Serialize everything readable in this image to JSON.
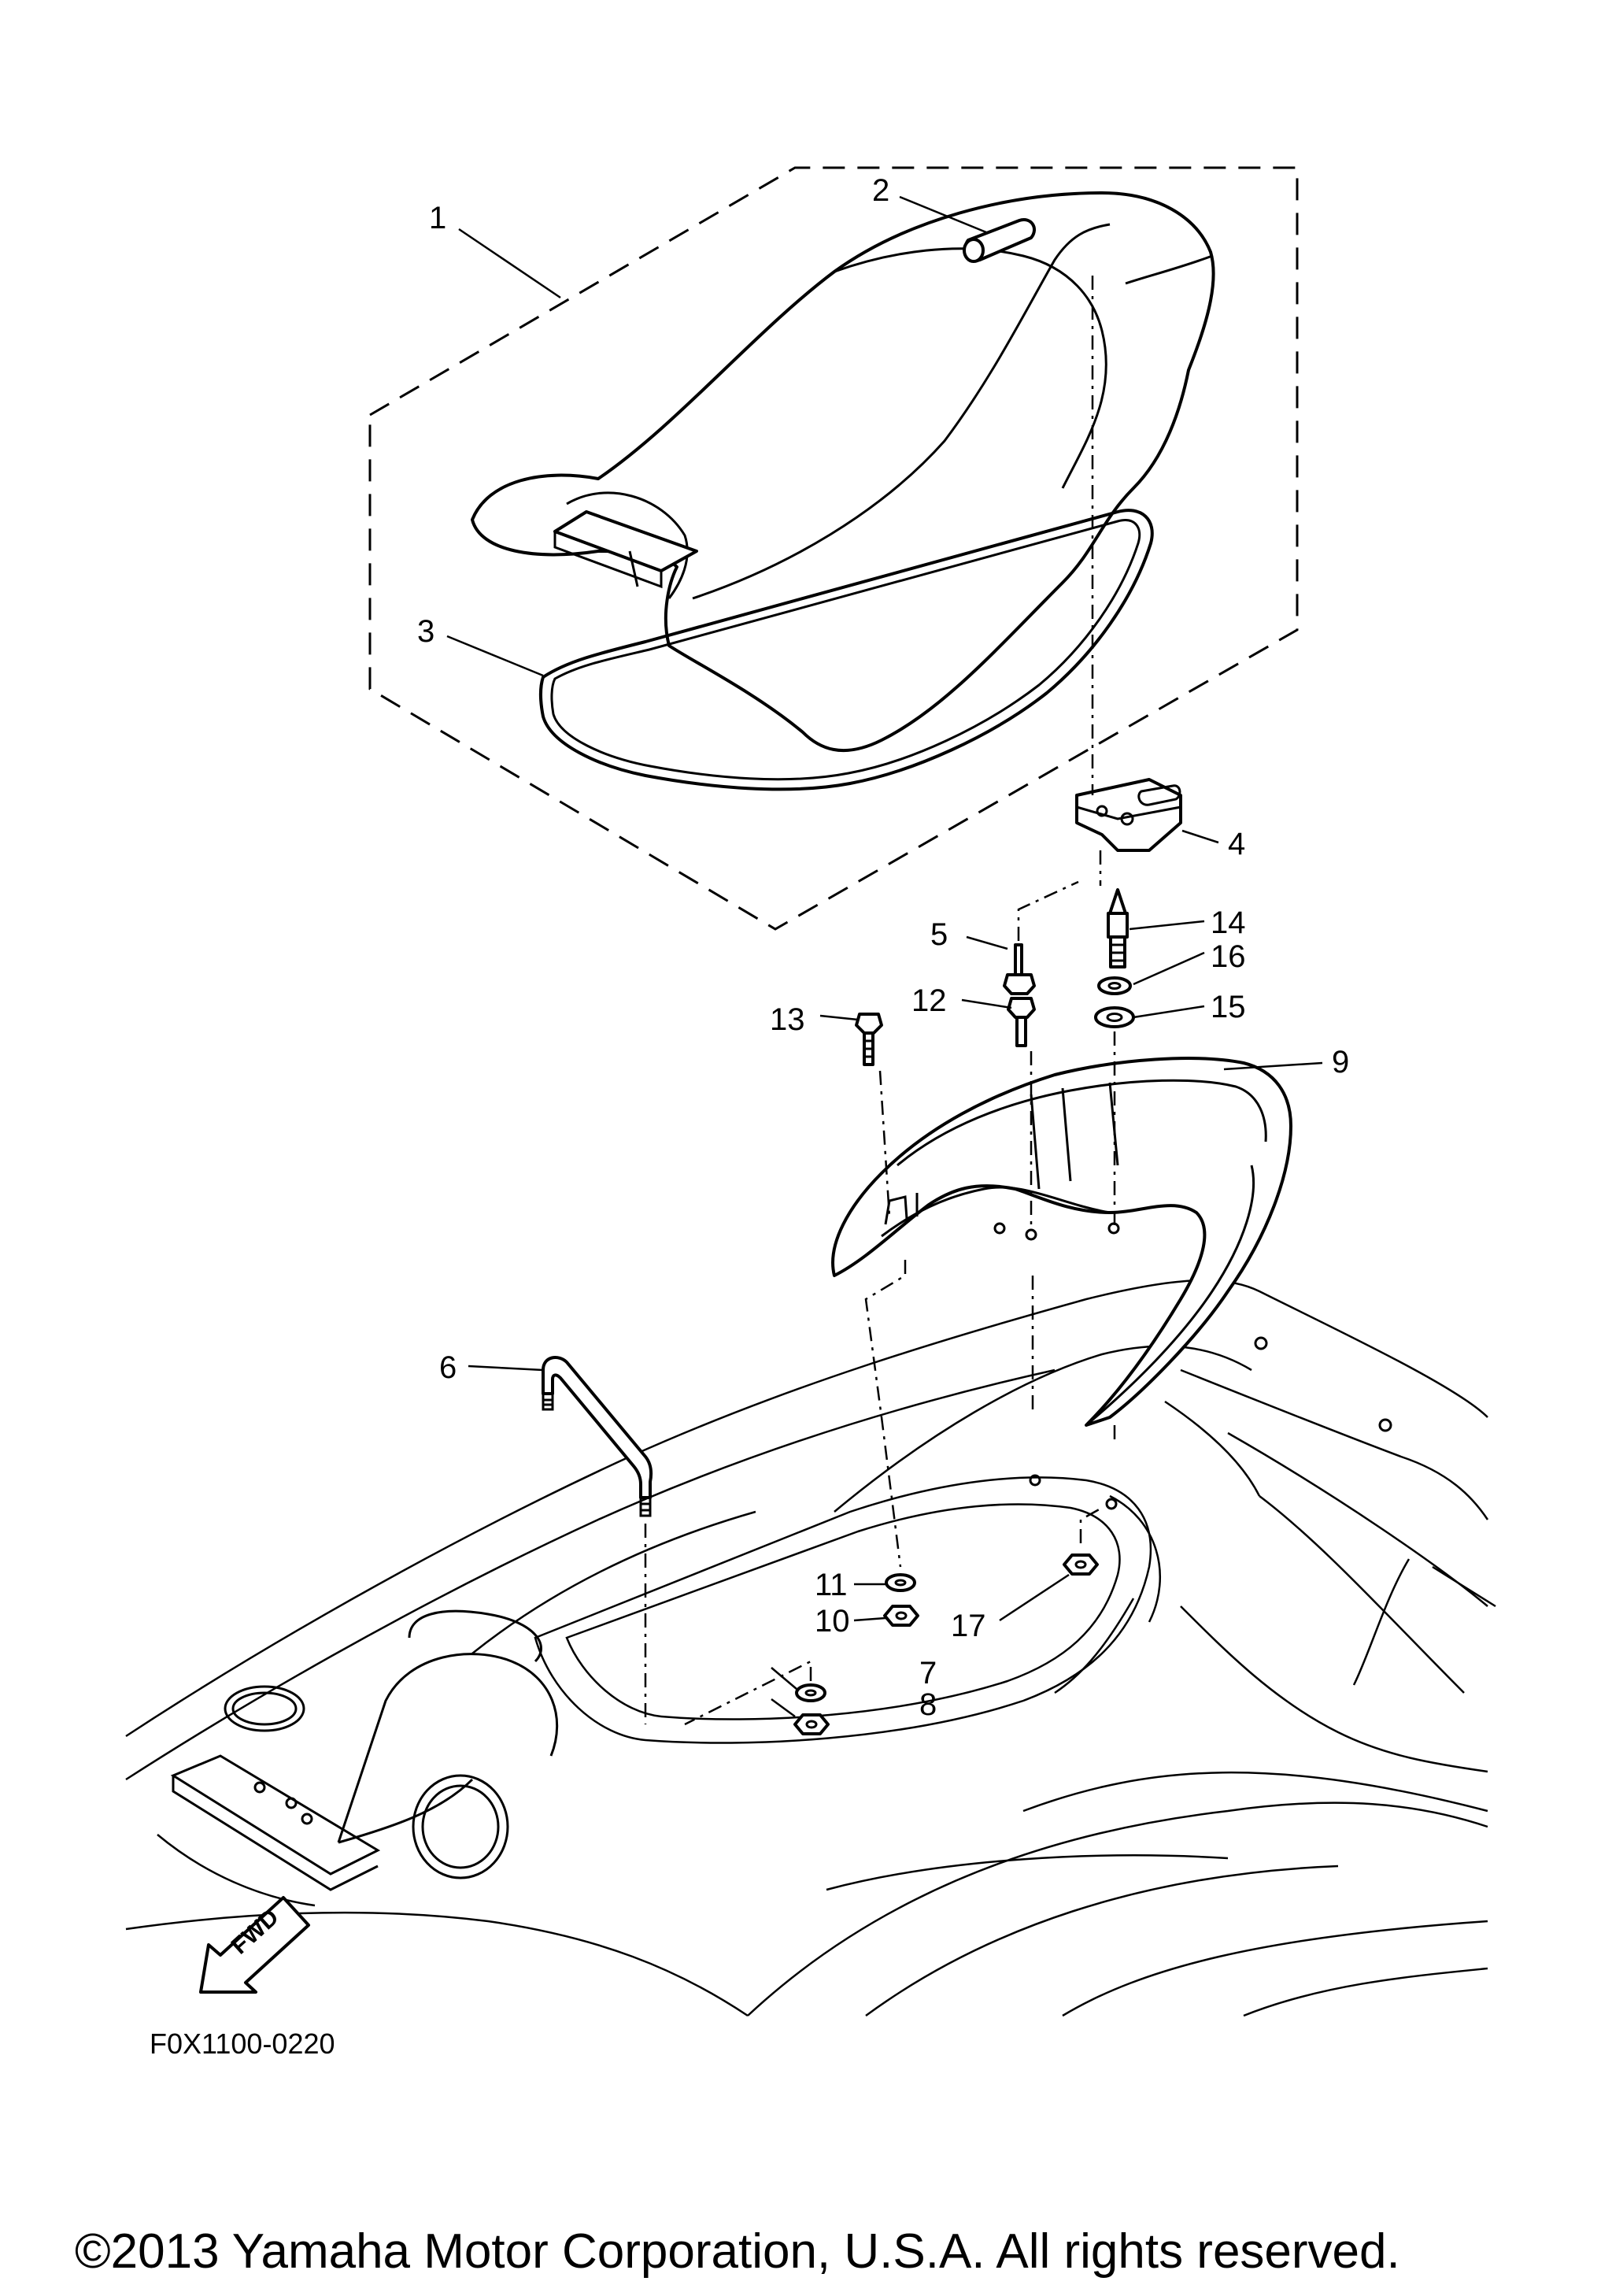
{
  "diagram": {
    "callouts": [
      {
        "id": "c1",
        "label": "1"
      },
      {
        "id": "c2",
        "label": "2"
      },
      {
        "id": "c3",
        "label": "3"
      },
      {
        "id": "c4",
        "label": "4"
      },
      {
        "id": "c5",
        "label": "5"
      },
      {
        "id": "c6",
        "label": "6"
      },
      {
        "id": "c7",
        "label": "7"
      },
      {
        "id": "c8",
        "label": "8"
      },
      {
        "id": "c9",
        "label": "9"
      },
      {
        "id": "c10",
        "label": "10"
      },
      {
        "id": "c11",
        "label": "11"
      },
      {
        "id": "c12",
        "label": "12"
      },
      {
        "id": "c13",
        "label": "13"
      },
      {
        "id": "c14",
        "label": "14"
      },
      {
        "id": "c15",
        "label": "15"
      },
      {
        "id": "c16",
        "label": "16"
      },
      {
        "id": "c17",
        "label": "17"
      }
    ],
    "direction_label": "FWD",
    "drawing_code": "F0X1100-0220",
    "copyright": "©2013 Yamaha Motor Corporation, U.S.A. All rights reserved."
  }
}
